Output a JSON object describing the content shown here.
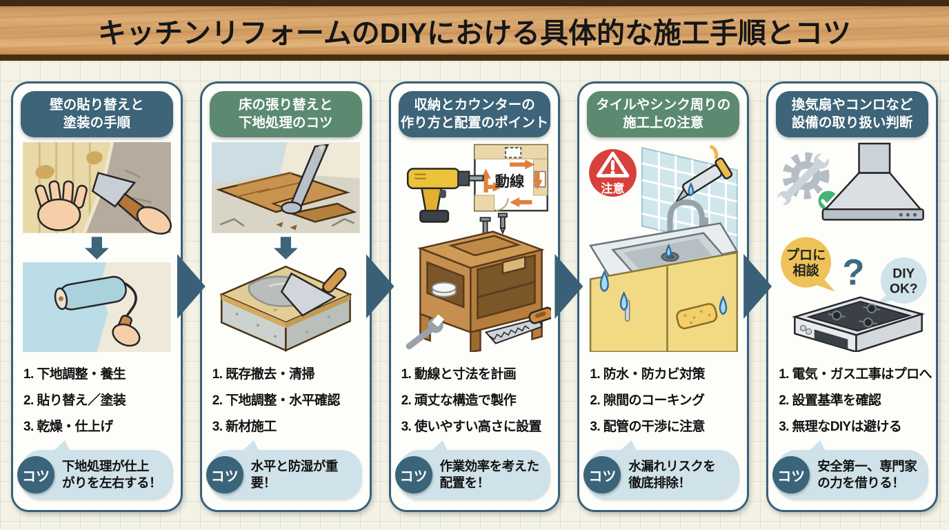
{
  "title": "キッチンリフォームのDIYにおける具体的な施工手順とコツ",
  "colors": {
    "header_teal": "#3d6478",
    "header_green": "#5b8a71",
    "tip_bubble": "#cfe2e9",
    "tip_badge": "#3a6479",
    "caution_red": "#d8403c",
    "flow_arrow_orange": "#e0813f",
    "panel_arrow": "#3a6077",
    "check_green": "#45b377"
  },
  "panels": [
    {
      "title": "壁の貼り替えと\n塗装の手順",
      "steps": [
        "1. 下地調整・養生",
        "2. 貼り替え／塗装",
        "3. 乾燥・仕上げ"
      ],
      "tip_badge": "コツ",
      "tip": "下地処理が仕上\nがりを左右する！"
    },
    {
      "title": "床の張り替えと\n下地処理のコツ",
      "steps": [
        "1. 既存撤去・清掃",
        "2. 下地調整・水平確認",
        "3. 新材施工"
      ],
      "tip_badge": "コツ",
      "tip": "水平と防湿が重要！"
    },
    {
      "title": "収納とカウンターの\n作り方と配置のポイント",
      "steps": [
        "1. 動線と寸法を計画",
        "2. 頑丈な構造で製作",
        "3. 使いやすい高さに設置"
      ],
      "tip_badge": "コツ",
      "tip": "作業効率を考えた\n配置を！",
      "labels": {
        "flow": "動線"
      }
    },
    {
      "title": "タイルやシンク周りの\n施工上の注意",
      "steps": [
        "1. 防水・防カビ対策",
        "2. 隙間のコーキング",
        "3. 配管の干渉に注意"
      ],
      "tip_badge": "コツ",
      "tip": "水漏れリスクを\n徹底排除！",
      "labels": {
        "caution": "注意"
      }
    },
    {
      "title": "換気扇やコンロなど\n設備の取り扱い判断",
      "steps": [
        "1. 電気・ガス工事はプロへ",
        "2. 設置基準を確認",
        "3. 無理なDIYは避ける"
      ],
      "tip_badge": "コツ",
      "tip": "安全第一、専門家\nの力を借りる！",
      "labels": {
        "pro1": "プロに",
        "pro2": "相談",
        "question": "?",
        "diy1": "DIY",
        "diy2": "OK?"
      }
    }
  ]
}
